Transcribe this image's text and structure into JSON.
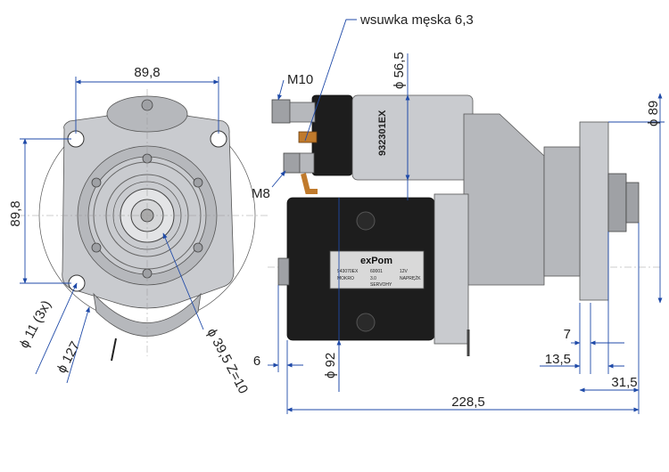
{
  "labels": {
    "wsuwka": "wsuwka męska 6,3",
    "m10": "M10",
    "m8": "M8",
    "d56_5": "ϕ 56,5",
    "d89": "ϕ 89",
    "width_89_8": "89,8",
    "height_89_8": "89,8",
    "d11": "ϕ 11  (3x)",
    "d127": "ϕ 127",
    "d39_5": "ϕ 39,5  Z=10",
    "six": "6",
    "d92": "ϕ 92",
    "seven": "7",
    "thirteen_5": "13,5",
    "thirtyone_5": "31,5",
    "len_228_5": "228,5"
  },
  "nameplate": {
    "brand": "exPom",
    "part_no": "932301EX",
    "row1": [
      "943070EX",
      "60001",
      "12V"
    ],
    "row2": [
      "MOKRO",
      "3.0",
      "NAPRĘŻK"
    ],
    "row3": [
      "",
      "SERVOHY",
      ""
    ]
  },
  "colors": {
    "dimension_line": "#1f4aa8",
    "motor_body": "#1d1d1d",
    "metal": "#c9cbcf",
    "copper": "#c07a2c"
  }
}
